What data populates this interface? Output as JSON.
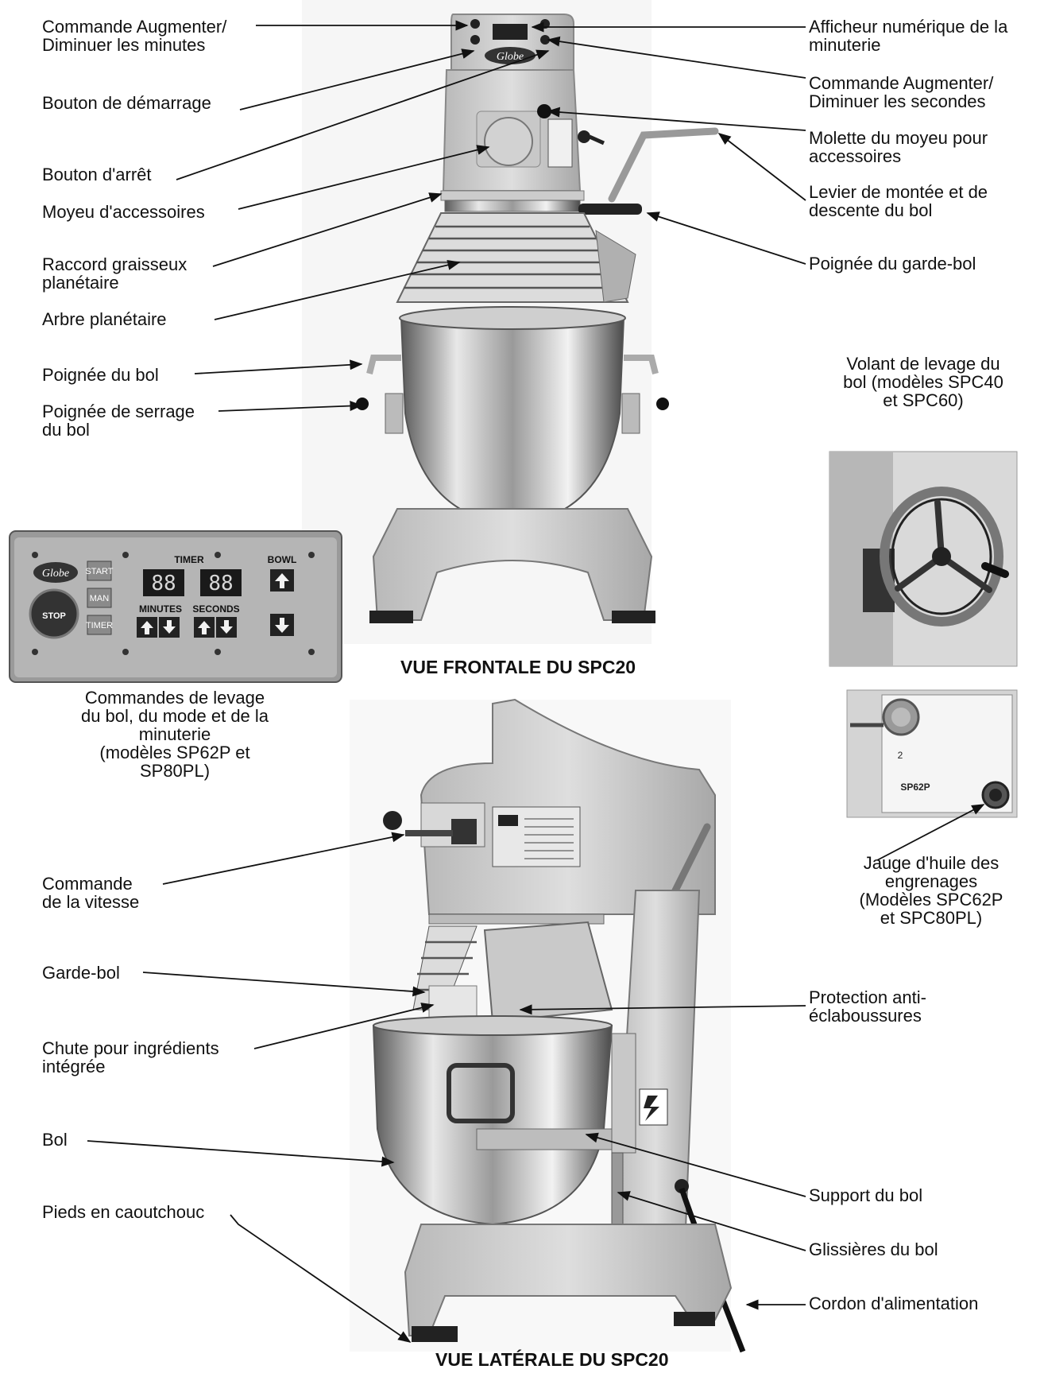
{
  "labels": {
    "timer_min_cmd": [
      "Commande Augmenter/",
      "Diminuer les minutes"
    ],
    "start_button": [
      "Bouton de démarrage"
    ],
    "stop_button": [
      "Bouton d'arrêt"
    ],
    "attachment_hub": [
      "Moyeu d'accessoires"
    ],
    "grease_fitting": [
      "Raccord graisseux",
      "planétaire"
    ],
    "planetary_shaft": [
      "Arbre planétaire"
    ],
    "bowl_handle": [
      "Poignée du bol"
    ],
    "bowl_clamp": [
      "Poignée de serrage",
      "du bol"
    ],
    "timer_display": [
      "Afficheur numérique de la",
      "minuterie"
    ],
    "timer_sec_cmd": [
      "Commande Augmenter/",
      "Diminuer les secondes"
    ],
    "hub_knob": [
      "Molette du moyeu pour",
      "accessoires"
    ],
    "bowl_lever": [
      "Levier de montée et de",
      "descente du bol"
    ],
    "guard_handle": [
      "Poignée du garde-bol"
    ],
    "handwheel": [
      "Volant de levage du",
      "bol (modèles SPC40",
      "et SPC60)"
    ],
    "panel_caption": [
      "Commandes de levage",
      "du bol, du mode et de la",
      "minuterie",
      "(modèles SP62P et",
      "SP80PL)"
    ],
    "oil_gauge": [
      "Jauge d'huile des",
      "engrenages",
      "(Modèles SPC62P",
      "et SPC80PL)"
    ],
    "speed_control": [
      "Commande",
      "de la vitesse"
    ],
    "bowl_guard": [
      "Garde-bol"
    ],
    "chute": [
      "Chute pour ingrédients",
      "intégrée"
    ],
    "bowl": [
      "Bol"
    ],
    "rubber_feet": [
      "Pieds en caoutchouc"
    ],
    "splash_guard": [
      "Protection anti-",
      "éclaboussures"
    ],
    "bowl_support": [
      "Support du bol"
    ],
    "bowl_slides": [
      "Glissières du bol"
    ],
    "power_cord": [
      "Cordon d'alimentation"
    ]
  },
  "captions": {
    "front": "VUE FRONTALE DU SPC20",
    "side": "VUE LATÉRALE DU SPC20"
  },
  "panel": {
    "brand": "Globe",
    "stop": "STOP",
    "start": "START",
    "man": "MAN",
    "timer_btn": "TIMER",
    "timer": "TIMER",
    "bowl": "BOWL",
    "minutes": "MINUTES",
    "seconds": "SECONDS",
    "digits_min": "88",
    "digits_sec": "88"
  },
  "machine": {
    "brand": "Globe",
    "model_plate": "SP62P",
    "gear_number": "2"
  }
}
